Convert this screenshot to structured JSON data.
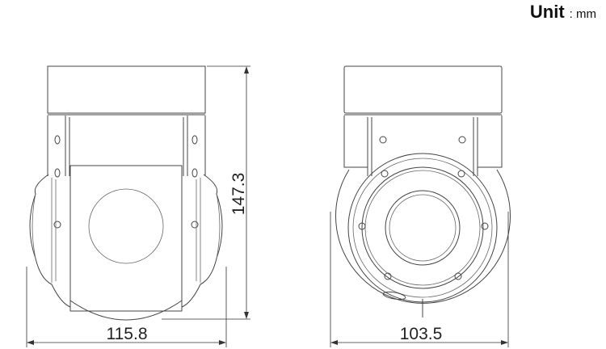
{
  "unit": {
    "label": "Unit",
    "value": ": mm"
  },
  "front_view": {
    "width_dim": "115.8",
    "height_dim": "147.3"
  },
  "side_view": {
    "width_dim": "103.5"
  },
  "colors": {
    "line": "#444444",
    "text": "#222222"
  }
}
